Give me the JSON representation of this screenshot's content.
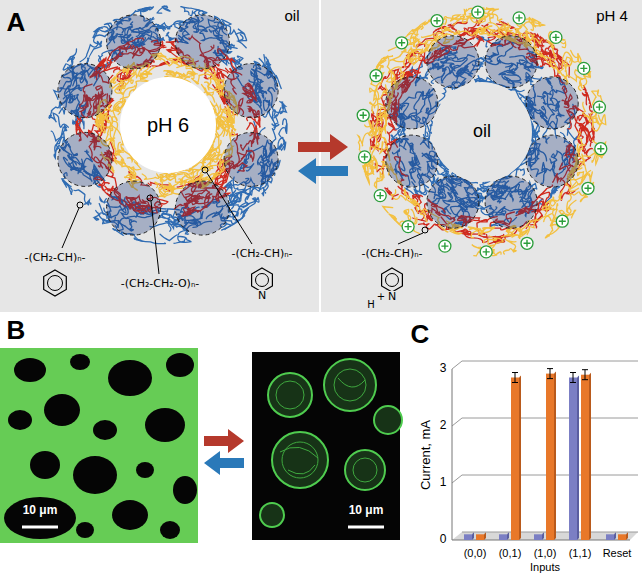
{
  "diagram": {
    "labels": [
      "A",
      "oil",
      "pH 6",
      "pH 4",
      "oil",
      "-(CH₂-CH)ₙ-",
      "-(CH₂-CH₂-O)ₙ-",
      "-(CH₂-CH)ₙ-",
      "N",
      "-(CH₂-CH)ₙ-",
      "H",
      "+",
      "N",
      "B",
      "10 μm",
      "10 μm",
      "C",
      "Current, mA",
      "3",
      "2",
      "1",
      "0",
      "(0,0)",
      "(0,1)",
      "(1,0)",
      "(1,1)",
      "Reset",
      "Inputs"
    ]
  }
}
